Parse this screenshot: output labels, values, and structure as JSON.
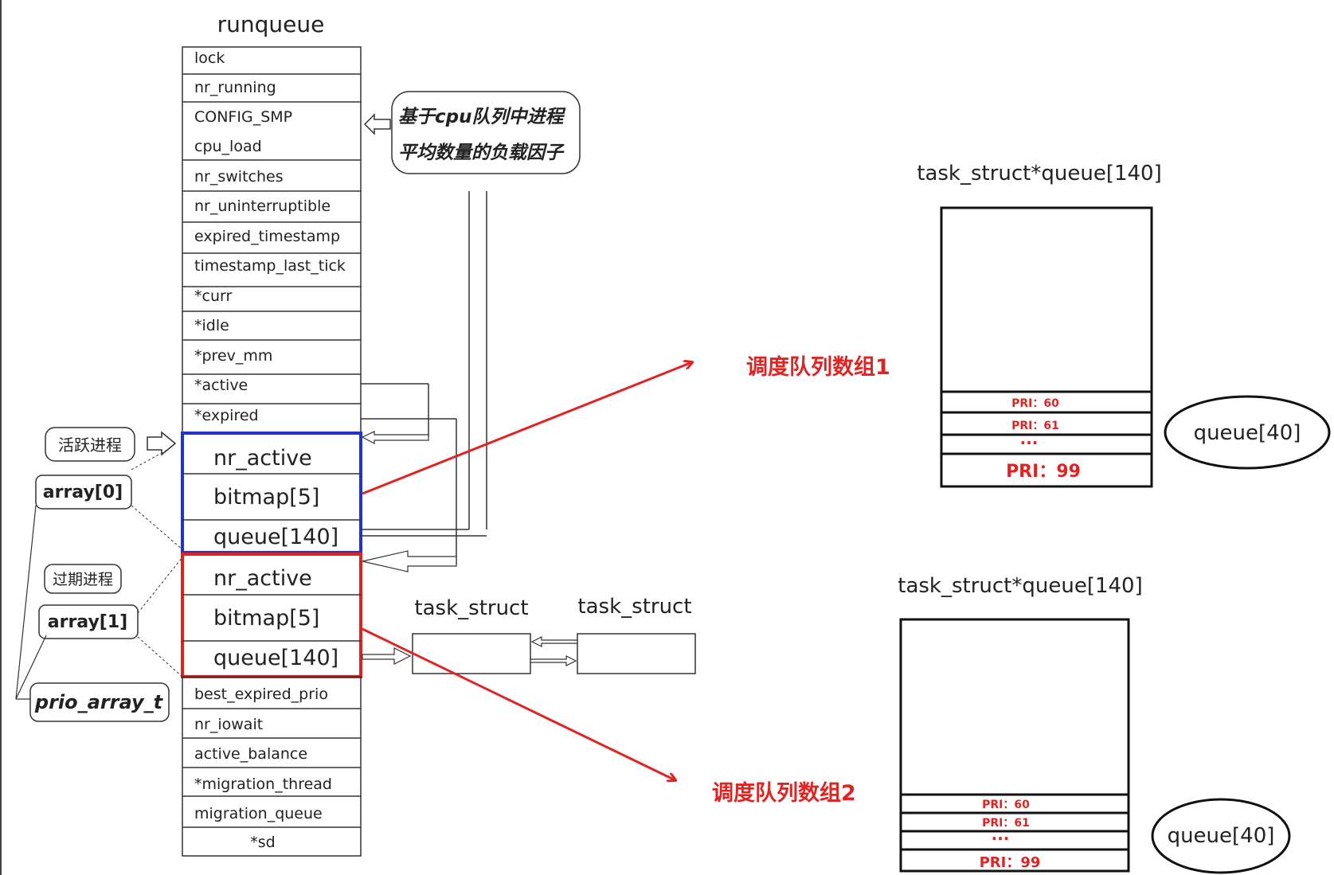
{
  "runqueue": {
    "title": "runqueue",
    "fields": [
      "lock",
      "nr_running",
      "CONFIG_SMP",
      "cpu_load",
      "nr_switches",
      "nr_uninterruptible",
      "expired_timestamp",
      "timestamp_last_tick",
      "*curr",
      "*idle",
      "*prev_mm",
      "*active",
      "*expired"
    ],
    "array0": [
      "nr_active",
      "bitmap[5]",
      "queue[140]"
    ],
    "array1": [
      "nr_active",
      "bitmap[5]",
      "queue[140]"
    ],
    "tail_fields": [
      "best_expired_prio",
      "nr_iowait",
      "active_balance",
      "*migration_thread",
      "migration_queue",
      "*sd"
    ]
  },
  "callout": {
    "line1": "基于cpu队列中进程",
    "line2": "平均数量的负载因子"
  },
  "labels": {
    "active_proc": "活跃进程",
    "expired_proc": "过期进程",
    "array0": "array[0]",
    "array1": "array[1]",
    "prio_array": "prio_array_t"
  },
  "task_structs": {
    "left": "task_struct",
    "right": "task_struct"
  },
  "sched_arrays": {
    "label1": "调度队列数组1",
    "label2": "调度队列数组2"
  },
  "queue_top": {
    "title": "task_struct*queue[140]",
    "rows": [
      "PRI：60",
      "PRI：61",
      "···",
      "PRI：99"
    ],
    "ellipse": "queue[40]"
  },
  "queue_bottom": {
    "title": "task_struct*queue[140]",
    "rows": [
      "PRI：60",
      "PRI：61",
      "···",
      "PRI：99"
    ],
    "ellipse": "queue[40]"
  },
  "colors": {
    "active_box": "#2233cc",
    "expired_box": "#dd2222",
    "arrow": "#e02424",
    "line": "#333333"
  }
}
